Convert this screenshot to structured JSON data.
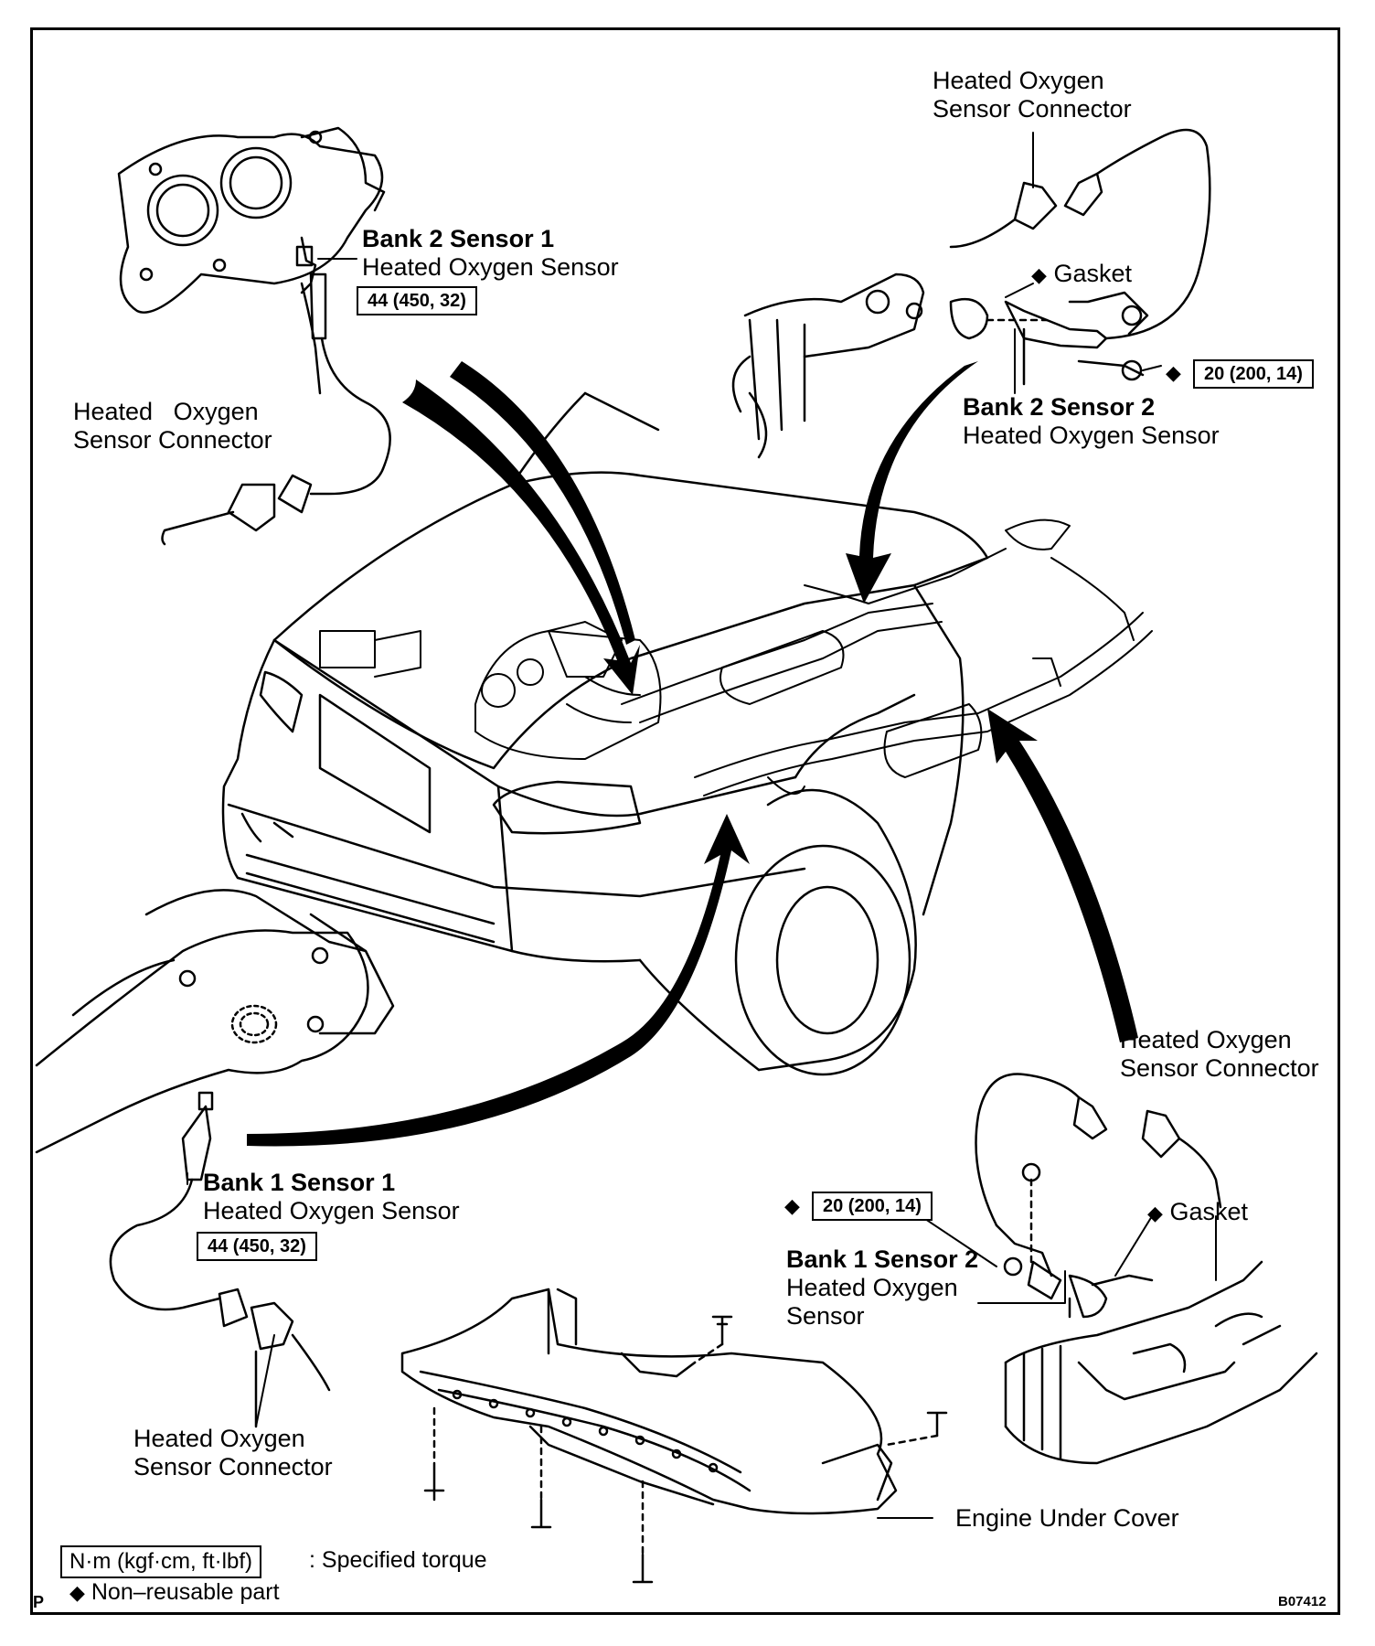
{
  "labels": {
    "b2s1": {
      "title": "Bank 2 Sensor 1",
      "line": "Heated Oxygen Sensor",
      "torque": "44 (450, 32)"
    },
    "b2s2": {
      "title": "Bank 2 Sensor 2",
      "line": "Heated Oxygen Sensor",
      "torque": "20 (200, 14)"
    },
    "b1s1": {
      "title": "Bank 1 Sensor 1",
      "line": "Heated Oxygen Sensor",
      "torque": "44 (450, 32)"
    },
    "b1s2": {
      "title": "Bank 1 Sensor 2",
      "line1": "Heated Oxygen",
      "line2": "Sensor",
      "torque": "20 (200, 14)"
    },
    "connector_top_right": {
      "line1": "Heated Oxygen",
      "line2": "Sensor Connector"
    },
    "connector_left": {
      "line1": "Heated   Oxygen",
      "line2": "Sensor Connector"
    },
    "connector_right": {
      "line1": "Heated Oxygen",
      "line2": "Sensor Connector"
    },
    "connector_bottom": {
      "line1": "Heated Oxygen",
      "line2": "Sensor Connector"
    },
    "gasket_top": "Gasket",
    "gasket_bottom": "Gasket",
    "engine_under_cover": "Engine Under Cover"
  },
  "legend": {
    "unit": "N·m (kgf·cm, ft·lbf)",
    "unit_desc": ": Specified torque",
    "nonreusable": "Non–reusable part"
  },
  "symbols": {
    "diamond": "◆"
  },
  "corner_letter": "P",
  "figure_code": "B07412"
}
